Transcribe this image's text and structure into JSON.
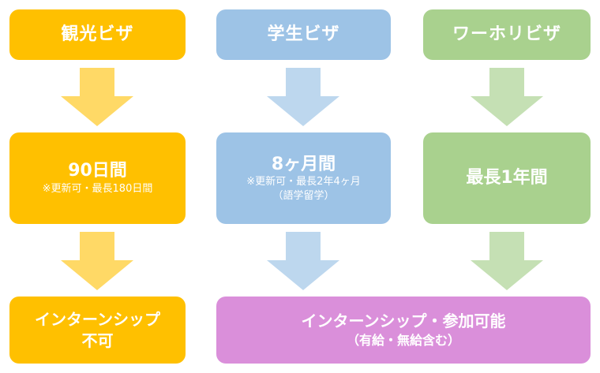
{
  "columns": [
    {
      "id": "tourist",
      "title": "観光ビザ",
      "duration": "90日間",
      "notes": [
        "※更新可・最長180日間"
      ]
    },
    {
      "id": "student",
      "title": "学生ビザ",
      "duration": "8ヶ月間",
      "notes": [
        "※更新可・最長2年4ヶ月",
        "（語学留学）"
      ]
    },
    {
      "id": "working-holiday",
      "title": "ワーホリビザ",
      "duration": "最長1年間",
      "notes": []
    }
  ],
  "outcomes": {
    "not_allowed": {
      "lines": [
        "インターンシップ",
        "不可"
      ]
    },
    "allowed": {
      "main": "インターンシップ・参加可能",
      "sub": "（有給・無給含む）"
    }
  },
  "colors": {
    "orange": "#ffc000",
    "orange_arrow": "#ffd966",
    "blue": "#9dc3e6",
    "blue_arrow": "#bdd7ee",
    "green": "#a9d18e",
    "green_arrow": "#c5e0b4",
    "purple": "#da8fda"
  }
}
